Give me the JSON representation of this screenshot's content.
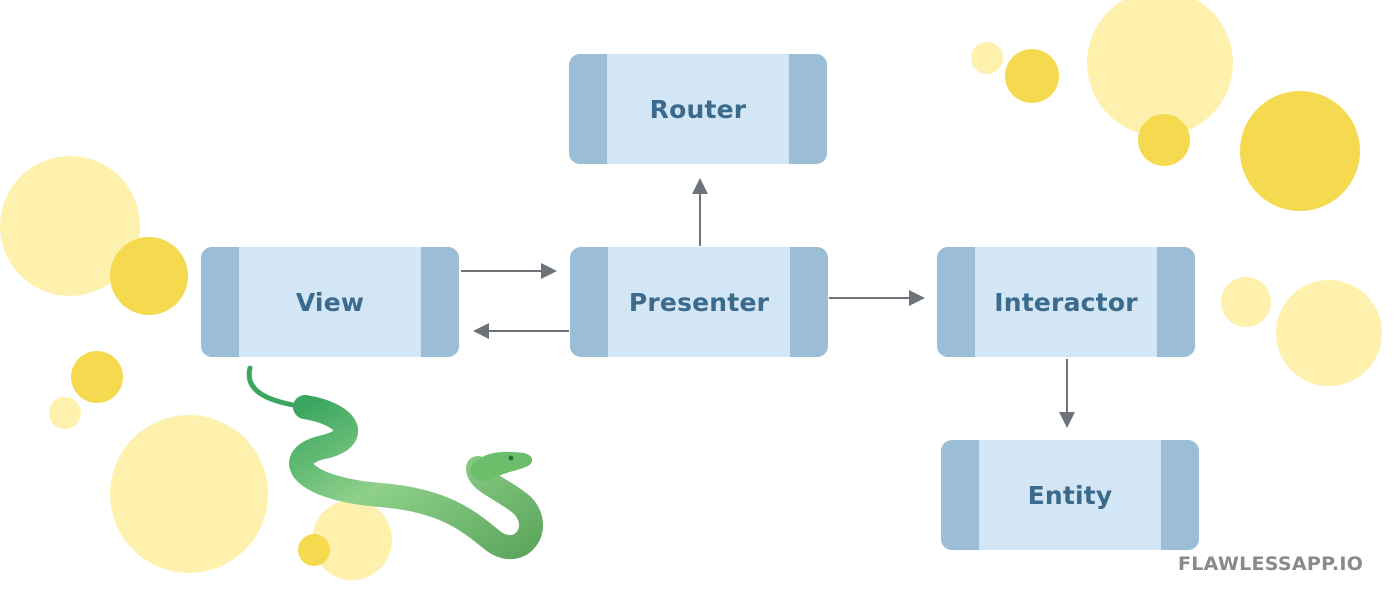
{
  "diagram": {
    "nodes": {
      "router": "Router",
      "view": "View",
      "presenter": "Presenter",
      "interactor": "Interactor",
      "entity": "Entity"
    },
    "edges": [
      {
        "from": "view",
        "to": "presenter"
      },
      {
        "from": "presenter",
        "to": "view"
      },
      {
        "from": "presenter",
        "to": "router"
      },
      {
        "from": "presenter",
        "to": "interactor"
      },
      {
        "from": "interactor",
        "to": "entity"
      }
    ]
  },
  "watermark": "FLAWLESSAPP.IO",
  "colors": {
    "node_fill": "#d2e6f5",
    "node_cap": "#9cbdd6",
    "node_text": "#3b6a8c",
    "arrow": "#6d7378",
    "circle_light": "#fdf1ad",
    "circle_gold": "#f5d94f",
    "snake": "#6cbf6a",
    "watermark": "#8a8a8a"
  }
}
